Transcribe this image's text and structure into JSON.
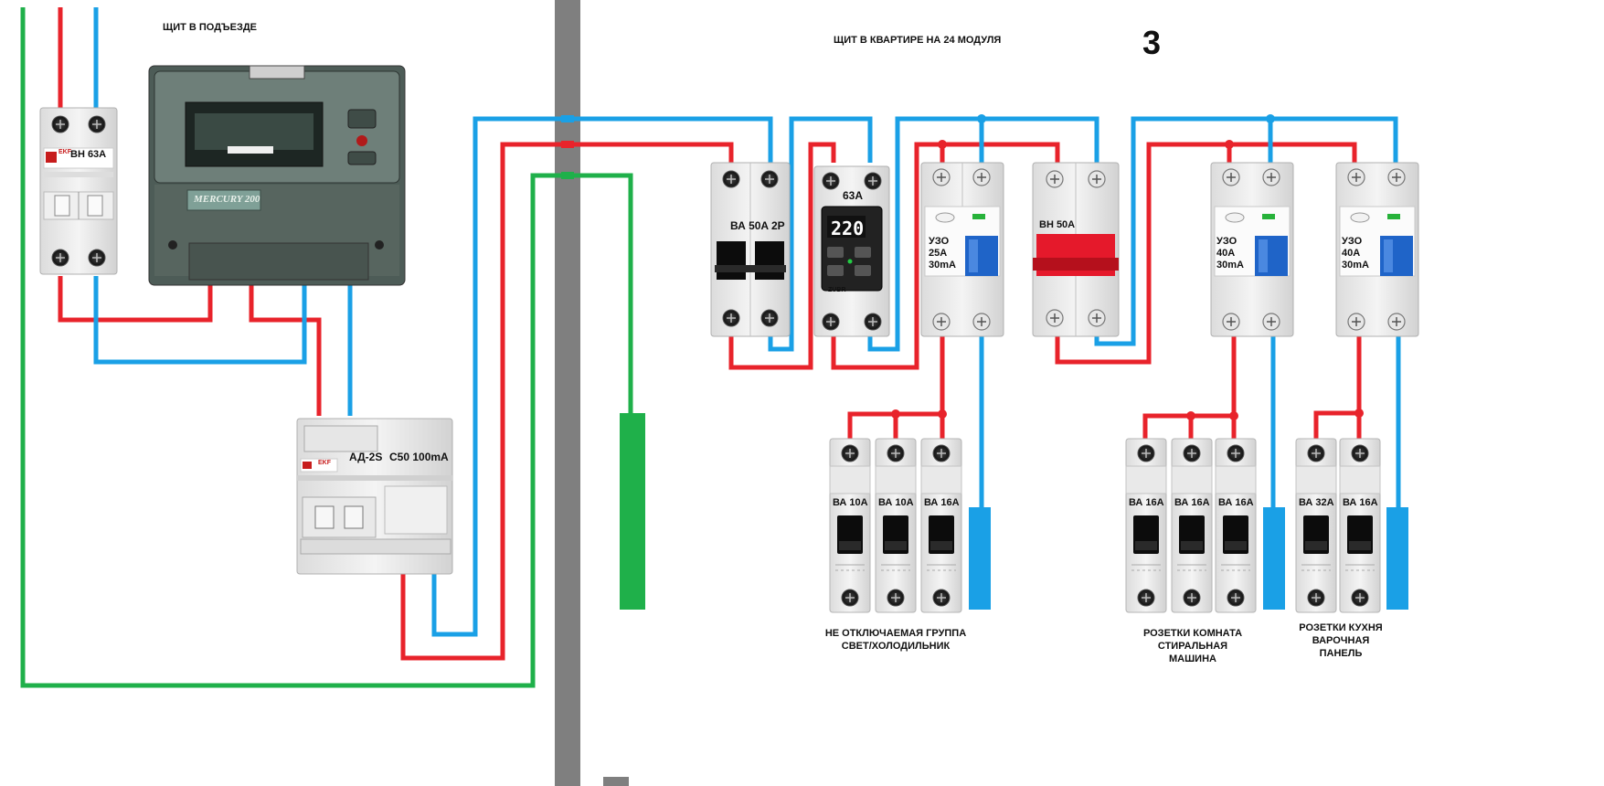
{
  "headers": {
    "entrance_panel": "ЩИТ В ПОДЪЕЗДЕ",
    "apartment_panel": "ЩИТ В КВАРТИРЕ НА 24 МОДУЛЯ",
    "diagram_number": "3"
  },
  "entrance": {
    "main_switch": "ВН 63А",
    "main_switch_brand": "EKF",
    "meter_brand": "MERCURY 200",
    "rcbo_model": "АД-2S",
    "rcbo_rating": "С50 100mA",
    "rcbo_brand": "EKF"
  },
  "apartment": {
    "input_breaker_label": "ВА 50А",
    "input_breaker_poles": "2Р",
    "voltage_relay_rating": "63А",
    "voltage_relay_display": "220",
    "voltage_relay_brand": "ZUBR",
    "rcd1": {
      "name": "УЗО",
      "rating": "25А",
      "leak": "30mA"
    },
    "load_switch": "ВН 50А",
    "rcd2": {
      "name": "УЗО",
      "rating": "40А",
      "leak": "30mA"
    },
    "rcd3": {
      "name": "УЗО",
      "rating": "40А",
      "leak": "30mA"
    },
    "group1_breakers": [
      "ВА 10А",
      "ВА 10А",
      "ВА 16А"
    ],
    "group2_breakers": [
      "ВА 16А",
      "ВА 16А",
      "ВА 16А"
    ],
    "group3_breakers": [
      "ВА 32А",
      "ВА 16А"
    ]
  },
  "captions": {
    "group1_line1": "НЕ ОТКЛЮЧАЕМАЯ ГРУППА",
    "group1_line2": "СВЕТ/ХОЛОДИЛЬНИК",
    "group2_line1": "РОЗЕТКИ  КОМНАТА",
    "group2_line2": "СТИРАЛЬНАЯ",
    "group2_line3": "МАШИНА",
    "group3_line1": "РОЗЕТКИ КУХНЯ",
    "group3_line2": "ВАРОЧНАЯ",
    "group3_line3": "ПАНЕЛЬ"
  },
  "colors": {
    "phase": "#e8232b",
    "neutral": "#1aa0e6",
    "ground": "#1fb04a",
    "wall": "#7f7f7f"
  }
}
